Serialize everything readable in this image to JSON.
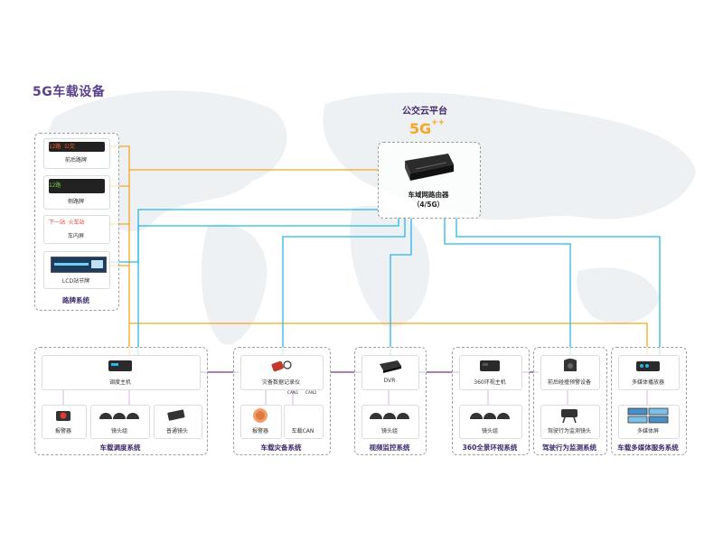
{
  "title": "5G车载设备",
  "cloud": {
    "title": "公交云平台",
    "logo_text": "5G",
    "logo_plus": "++"
  },
  "router": {
    "name": "车域网路由器",
    "spec": "（4/5G）"
  },
  "signs": {
    "system_label": "路牌系统",
    "items": [
      {
        "label": "前后路牌",
        "display": "12路 公交"
      },
      {
        "label": "侧路牌",
        "display": "12路"
      },
      {
        "label": "车内屏",
        "display": "下一站 火车站"
      },
      {
        "label": "LCD站节牌",
        "display": ""
      }
    ]
  },
  "systems": [
    {
      "label": "车载调度系统",
      "main": "调度主机",
      "subs": [
        "报警器",
        "镜头组",
        "普通镜头"
      ]
    },
    {
      "label": "车载灾备系统",
      "main": "灾备数据记录仪",
      "subs": [
        "报警器",
        "车载CAN"
      ],
      "can_tags": [
        "CAN1",
        "CAN2"
      ]
    },
    {
      "label": "视频监控系统",
      "main": "DVR",
      "subs": [
        "镜头组"
      ]
    },
    {
      "label": "360全景环视系统",
      "main": "360环视主机",
      "subs": [
        "镜头组"
      ]
    },
    {
      "label": "驾驶行为监测系统",
      "main": "前后碰撞预警设备",
      "subs": [
        "驾驶行为监测镜头"
      ]
    },
    {
      "label": "车载多媒体服务系统",
      "main": "多媒体播放器",
      "subs": [
        "多媒体屏"
      ]
    }
  ],
  "colors": {
    "title": "#5a3f8c",
    "cyan_link": "#29b6e8",
    "orange_link": "#f5a623",
    "purple_link": "#7b2d8e",
    "box_border": "#9e9e9e",
    "map": "#eceff2"
  }
}
